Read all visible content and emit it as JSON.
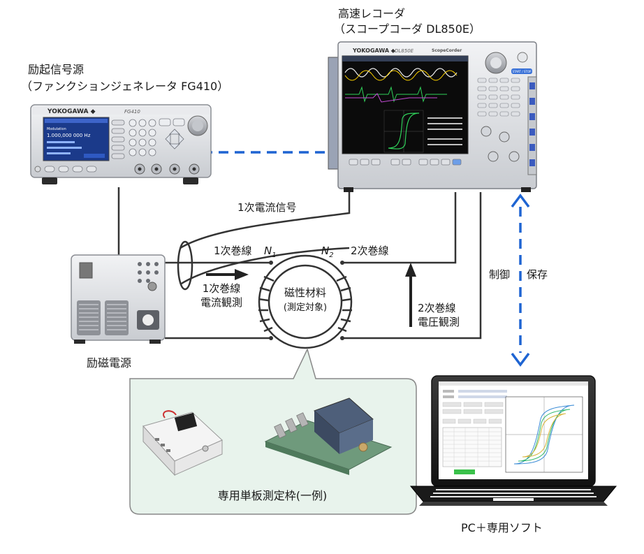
{
  "devices": {
    "recorder": {
      "title_line1": "高速レコーダ",
      "title_line2": "（スコープコーダ DL850E）",
      "brand": "YOKOGAWA ◆",
      "model": "DL850E",
      "logo": "ScopeCorder",
      "key_label": "START / STOP"
    },
    "function_generator": {
      "title_line1": "励起信号源",
      "title_line2": "（ファンクションジェネレータ FG410）",
      "brand": "YOKOGAWA ◆",
      "model": "FG410",
      "freq": "1.000,000 000 Hz",
      "mode": "Modulation"
    },
    "power_supply": {
      "label": "励磁電源"
    },
    "pc": {
      "label": "PC＋専用ソフト"
    }
  },
  "signals": {
    "primary_current_signal": "1次電流信号",
    "primary_winding": "1次巻線",
    "secondary_winding": "2次巻線",
    "n1": "N",
    "n1_sub": "1",
    "n2": "N",
    "n2_sub": "2",
    "primary_current_obs_line1": "1次巻線",
    "primary_current_obs_line2": "電流観測",
    "secondary_voltage_obs_line1": "2次巻線",
    "secondary_voltage_obs_line2": "電圧観測",
    "control": "制御",
    "save": "保存"
  },
  "core": {
    "line1": "磁性材料",
    "line2": "(測定対象)"
  },
  "fixture": {
    "caption": "専用単板測定枠(一例)"
  },
  "colors": {
    "wire": "#333333",
    "link_blue": "#1e64d2",
    "callout_bg": "#e8f3ec",
    "callout_border": "#888888"
  }
}
